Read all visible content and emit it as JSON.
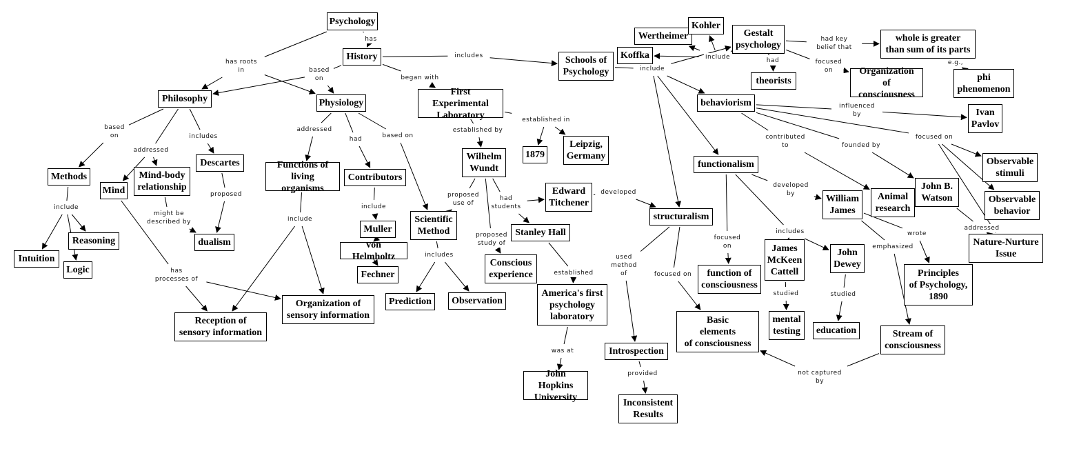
{
  "diagram": {
    "type": "concept-map",
    "root": "Psychology",
    "nodes": [
      {
        "id": "psychology",
        "text": "Psychology"
      },
      {
        "id": "history",
        "text": "History"
      },
      {
        "id": "philosophy",
        "text": "Philosophy"
      },
      {
        "id": "physiology",
        "text": "Physiology"
      },
      {
        "id": "methods",
        "text": "Methods"
      },
      {
        "id": "intuition",
        "text": "Intuition"
      },
      {
        "id": "reasoning",
        "text": "Reasoning"
      },
      {
        "id": "logic",
        "text": "Logic"
      },
      {
        "id": "mind",
        "text": "Mind"
      },
      {
        "id": "mindbody",
        "text": "Mind-body\nrelationship"
      },
      {
        "id": "descartes",
        "text": "Descartes"
      },
      {
        "id": "dualism",
        "text": "dualism"
      },
      {
        "id": "reception",
        "text": "Reception of\nsensory information"
      },
      {
        "id": "orgsensory",
        "text": "Organization of\nsensory information"
      },
      {
        "id": "functions",
        "text": "Functions of\nliving organisms"
      },
      {
        "id": "contributors",
        "text": "Contributors"
      },
      {
        "id": "muller",
        "text": "Muller"
      },
      {
        "id": "helmholtz",
        "text": "von Helmholtz"
      },
      {
        "id": "fechner",
        "text": "Fechner"
      },
      {
        "id": "scimethod",
        "text": "Scientific\nMethod"
      },
      {
        "id": "prediction",
        "text": "Prediction"
      },
      {
        "id": "observation",
        "text": "Observation"
      },
      {
        "id": "firstlab",
        "text": "First Experimental\nLaboratory"
      },
      {
        "id": "wundt",
        "text": "Wilhelm\nWundt"
      },
      {
        "id": "y1879",
        "text": "1879"
      },
      {
        "id": "leipzig",
        "text": "Leipzig,\nGermany"
      },
      {
        "id": "conscious",
        "text": "Conscious\nexperience"
      },
      {
        "id": "titchener",
        "text": "Edward\nTitchener"
      },
      {
        "id": "hall",
        "text": "Stanley Hall"
      },
      {
        "id": "americalab",
        "text": "America's first\npsychology\nlaboratory"
      },
      {
        "id": "hopkins",
        "text": "John Hopkins\nUniversity"
      },
      {
        "id": "schools",
        "text": "Schools of\nPsychology"
      },
      {
        "id": "structuralism",
        "text": "structuralism"
      },
      {
        "id": "introspection",
        "text": "Introspection"
      },
      {
        "id": "inconsistent",
        "text": "Inconsistent\nResults"
      },
      {
        "id": "basic",
        "text": "Basic\nelements\nof consciousness"
      },
      {
        "id": "functionalism",
        "text": "functionalism"
      },
      {
        "id": "funcconsc",
        "text": "function of\nconsciousness"
      },
      {
        "id": "cattell",
        "text": "James\nMcKeen\nCattell"
      },
      {
        "id": "mentaltesting",
        "text": "mental\ntesting"
      },
      {
        "id": "dewey",
        "text": "John\nDewey"
      },
      {
        "id": "education",
        "text": "education"
      },
      {
        "id": "james",
        "text": "William\nJames"
      },
      {
        "id": "principles",
        "text": "Principles\nof Psychology,\n1890"
      },
      {
        "id": "stream",
        "text": "Stream of\nconsciousness"
      },
      {
        "id": "behaviorism",
        "text": "behaviorism"
      },
      {
        "id": "animal",
        "text": "Animal\nresearch"
      },
      {
        "id": "watson",
        "text": "John B.\nWatson"
      },
      {
        "id": "pavlov",
        "text": "Ivan\nPavlov"
      },
      {
        "id": "obsstimuli",
        "text": "Observable\nstimuli"
      },
      {
        "id": "obsbehavior",
        "text": "Observable\nbehavior"
      },
      {
        "id": "naturenurture",
        "text": "Nature-Nurture\nIssue"
      },
      {
        "id": "gestalt",
        "text": "Gestalt\npsychology"
      },
      {
        "id": "koffka",
        "text": "Koffka"
      },
      {
        "id": "wertheimer",
        "text": "Wertheimer"
      },
      {
        "id": "kohler",
        "text": "Kohler"
      },
      {
        "id": "theorists",
        "text": "theorists"
      },
      {
        "id": "whole",
        "text": "whole is greater\nthan sum of its parts"
      },
      {
        "id": "orgconsc",
        "text": "Organization of\nconsciousness"
      },
      {
        "id": "phi",
        "text": "phi\nphenomenon"
      }
    ],
    "links": [
      {
        "id": "l_has",
        "text": "has",
        "from": [
          "psychology"
        ],
        "to": [
          "history"
        ]
      },
      {
        "id": "l_roots",
        "text": "has roots\nin",
        "from": [
          "psychology"
        ],
        "to": [
          "philosophy",
          "physiology"
        ]
      },
      {
        "id": "l_based_hist",
        "text": "based\non",
        "from": [
          "history"
        ],
        "to": [
          "philosophy",
          "physiology"
        ]
      },
      {
        "id": "l_includes_hist",
        "text": "includes",
        "from": [
          "history"
        ],
        "to": [
          "schools"
        ]
      },
      {
        "id": "l_began",
        "text": "began with",
        "from": [
          "history"
        ],
        "to": [
          "firstlab"
        ]
      },
      {
        "id": "l_based_phil",
        "text": "based\non",
        "from": [
          "philosophy"
        ],
        "to": [
          "methods"
        ]
      },
      {
        "id": "l_addr_phil",
        "text": "addressed",
        "from": [
          "philosophy"
        ],
        "to": [
          "mind",
          "mindbody"
        ]
      },
      {
        "id": "l_incl_phil",
        "text": "includes",
        "from": [
          "philosophy"
        ],
        "to": [
          "descartes"
        ]
      },
      {
        "id": "l_incl_meth",
        "text": "include",
        "from": [
          "methods"
        ],
        "to": [
          "intuition",
          "reasoning",
          "logic"
        ]
      },
      {
        "id": "l_desc",
        "text": "might be\ndescribed by",
        "from": [
          "mindbody"
        ],
        "to": [
          "dualism"
        ]
      },
      {
        "id": "l_proposed",
        "text": "proposed",
        "from": [
          "descartes"
        ],
        "to": [
          "dualism"
        ]
      },
      {
        "id": "l_processes",
        "text": "has\nprocesses of",
        "from": [
          "mind"
        ],
        "to": [
          "reception",
          "orgsensory"
        ]
      },
      {
        "id": "l_addr_phys",
        "text": "addressed",
        "from": [
          "physiology"
        ],
        "to": [
          "functions"
        ]
      },
      {
        "id": "l_had_phys",
        "text": "had",
        "from": [
          "physiology"
        ],
        "to": [
          "contributors"
        ]
      },
      {
        "id": "l_based_phys",
        "text": "based on",
        "from": [
          "physiology"
        ],
        "to": [
          "scimethod"
        ]
      },
      {
        "id": "l_incl_func",
        "text": "include",
        "from": [
          "functions"
        ],
        "to": [
          "reception",
          "orgsensory"
        ]
      },
      {
        "id": "l_incl_contr",
        "text": "include",
        "from": [
          "contributors"
        ],
        "to": [
          "muller"
        ]
      },
      {
        "id": "l_incl_sci",
        "text": "includes",
        "from": [
          "scimethod"
        ],
        "to": [
          "prediction",
          "observation"
        ]
      },
      {
        "id": "l_estby",
        "text": "established by",
        "from": [
          "firstlab"
        ],
        "to": [
          "wundt"
        ]
      },
      {
        "id": "l_estin",
        "text": "established in",
        "from": [
          "firstlab"
        ],
        "to": [
          "y1879",
          "leipzig"
        ]
      },
      {
        "id": "l_useof",
        "text": "proposed\nuse of",
        "from": [
          "wundt"
        ],
        "to": [
          "scimethod"
        ]
      },
      {
        "id": "l_studyof",
        "text": "proposed\nstudy of",
        "from": [
          "wundt"
        ],
        "to": [
          "conscious"
        ]
      },
      {
        "id": "l_students",
        "text": "had\nstudents",
        "from": [
          "wundt"
        ],
        "to": [
          "titchener",
          "hall"
        ]
      },
      {
        "id": "l_developed",
        "text": "developed",
        "from": [
          "titchener"
        ],
        "to": [
          "structuralism"
        ]
      },
      {
        "id": "l_established",
        "text": "established",
        "from": [
          "hall"
        ],
        "to": [
          "americalab"
        ]
      },
      {
        "id": "l_wasat",
        "text": "was at",
        "from": [
          "americalab"
        ],
        "to": [
          "hopkins"
        ]
      },
      {
        "id": "l_incl_schools",
        "text": "include",
        "from": [
          "schools"
        ],
        "to": [
          "structuralism",
          "functionalism",
          "behaviorism",
          "gestalt"
        ]
      },
      {
        "id": "l_method",
        "text": "used\nmethod\nof",
        "from": [
          "structuralism"
        ],
        "to": [
          "introspection"
        ]
      },
      {
        "id": "l_focus_struct",
        "text": "focused on",
        "from": [
          "structuralism"
        ],
        "to": [
          "basic"
        ]
      },
      {
        "id": "l_provided",
        "text": "provided",
        "from": [
          "introspection"
        ],
        "to": [
          "inconsistent"
        ]
      },
      {
        "id": "l_focus_func",
        "text": "focused\non",
        "from": [
          "functionalism"
        ],
        "to": [
          "funcconsc"
        ]
      },
      {
        "id": "l_devby",
        "text": "developed\nby",
        "from": [
          "functionalism"
        ],
        "to": [
          "james"
        ]
      },
      {
        "id": "l_incl_funct",
        "text": "includes",
        "from": [
          "functionalism"
        ],
        "to": [
          "cattell",
          "dewey"
        ]
      },
      {
        "id": "l_studied_c",
        "text": "studied",
        "from": [
          "cattell"
        ],
        "to": [
          "mentaltesting"
        ]
      },
      {
        "id": "l_studied_d",
        "text": "studied",
        "from": [
          "dewey"
        ],
        "to": [
          "education"
        ]
      },
      {
        "id": "l_wrote",
        "text": "wrote",
        "from": [
          "james"
        ],
        "to": [
          "principles"
        ]
      },
      {
        "id": "l_emph",
        "text": "emphasized",
        "from": [
          "james"
        ],
        "to": [
          "stream"
        ]
      },
      {
        "id": "l_notcap",
        "text": "not captured\nby",
        "from": [
          "stream"
        ],
        "to": [
          "basic"
        ]
      },
      {
        "id": "l_influenced",
        "text": "influenced\nby",
        "from": [
          "behaviorism"
        ],
        "to": [
          "pavlov"
        ]
      },
      {
        "id": "l_contrib",
        "text": "contributed\nto",
        "from": [
          "behaviorism"
        ],
        "to": [
          "animal"
        ]
      },
      {
        "id": "l_foundedby",
        "text": "founded by",
        "from": [
          "behaviorism"
        ],
        "to": [
          "watson"
        ]
      },
      {
        "id": "l_focus_beh",
        "text": "focused on",
        "from": [
          "behaviorism"
        ],
        "to": [
          "obsstimuli",
          "obsbehavior",
          "naturenurture"
        ]
      },
      {
        "id": "l_addressed_w",
        "text": "addressed",
        "from": [
          "watson"
        ],
        "to": [
          "naturenurture"
        ]
      },
      {
        "id": "l_incl_gest",
        "text": "include",
        "from": [
          "gestalt"
        ],
        "to": [
          "koffka",
          "wertheimer",
          "kohler"
        ]
      },
      {
        "id": "l_had_gest",
        "text": "had",
        "from": [
          "gestalt"
        ],
        "to": [
          "theorists"
        ]
      },
      {
        "id": "l_belief",
        "text": "had key\nbelief that",
        "from": [
          "gestalt"
        ],
        "to": [
          "whole"
        ]
      },
      {
        "id": "l_focus_gest",
        "text": "focused\non",
        "from": [
          "gestalt"
        ],
        "to": [
          "orgconsc"
        ]
      },
      {
        "id": "l_eg",
        "text": "e.g.,",
        "from": [
          "whole"
        ],
        "to": [
          "phi"
        ]
      }
    ]
  }
}
